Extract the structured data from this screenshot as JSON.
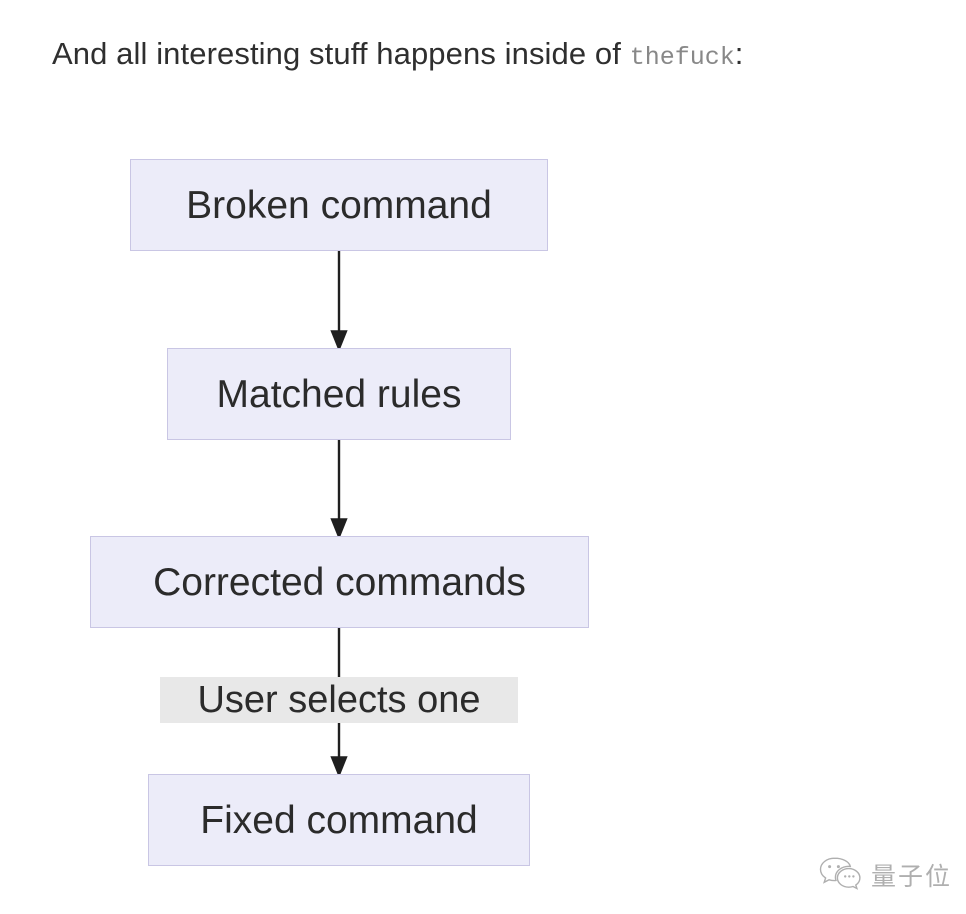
{
  "caption": {
    "prefix": "And all interesting stuff happens inside of ",
    "code": "thefuck",
    "suffix": ":"
  },
  "chart_data": {
    "type": "diagram",
    "diagram_kind": "flowchart",
    "direction": "top-down",
    "title": "",
    "nodes": [
      {
        "id": "broken",
        "label": "Broken command",
        "shape": "rect",
        "fill": "#ececf9",
        "stroke": "#c9c6e4"
      },
      {
        "id": "matched",
        "label": "Matched rules",
        "shape": "rect",
        "fill": "#ececf9",
        "stroke": "#c9c6e4"
      },
      {
        "id": "corrected",
        "label": "Corrected commands",
        "shape": "rect",
        "fill": "#ececf9",
        "stroke": "#c9c6e4"
      },
      {
        "id": "fixed",
        "label": "Fixed command",
        "shape": "rect",
        "fill": "#ececf9",
        "stroke": "#c9c6e4"
      }
    ],
    "edges": [
      {
        "from": "broken",
        "to": "matched",
        "label": "",
        "arrow": "filled-triangle"
      },
      {
        "from": "matched",
        "to": "corrected",
        "label": "",
        "arrow": "filled-triangle"
      },
      {
        "from": "corrected",
        "to": "fixed",
        "label": "User selects one",
        "arrow": "filled-triangle",
        "label_fill": "#e8e8e8"
      }
    ]
  },
  "colors": {
    "background": "#ffffff",
    "node_fill": "#ececf9",
    "node_stroke": "#c9c6e4",
    "text": "#2b2b2b",
    "caption_text": "#2f2f2f",
    "code_text": "#888888",
    "edge_line": "#1f1f1f",
    "edge_label_fill": "#e8e8e8",
    "watermark_text": "#6e6e6e"
  },
  "watermark": {
    "icon": "wechat-icon",
    "text": "量子位"
  }
}
